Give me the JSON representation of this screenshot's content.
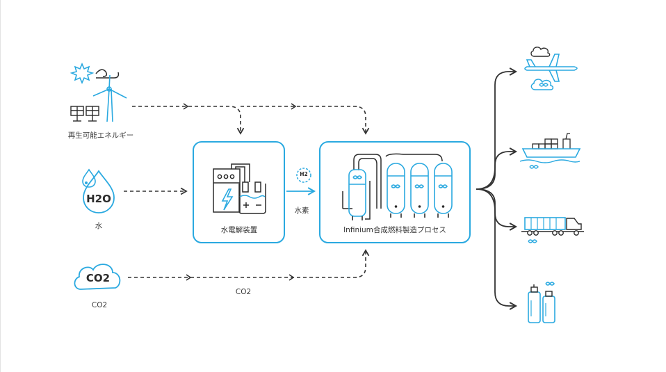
{
  "sources": {
    "renewable_label": "再生可能エネルギー",
    "water_label": "水",
    "water_formula": "H2O",
    "co2_label": "CO2",
    "co2_formula": "CO2"
  },
  "process": {
    "electrolyzer_label": "水電解装置",
    "hydrogen_badge": "H2",
    "hydrogen_label": "水素",
    "infinium_label": "Infinium合成燃料製造プロセス",
    "co2_flow_label": "CO2"
  },
  "outputs": [
    "aviation-fuel",
    "marine-fuel",
    "truck-fuel",
    "fuel-cans"
  ],
  "colors": {
    "accent": "#2aa9e0",
    "accent_dark": "#1b8fd0",
    "dark": "#2b2b2b",
    "arrow": "#333333"
  }
}
